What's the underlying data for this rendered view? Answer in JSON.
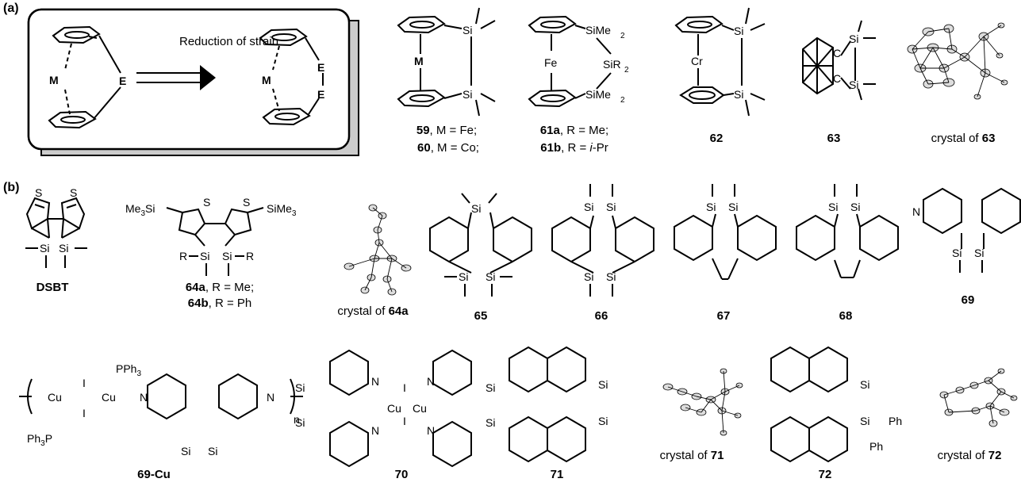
{
  "panel_a": {
    "label": "(a)",
    "scheme_text": "Reduction of strain",
    "atoms": {
      "m": "M",
      "e": "E"
    },
    "compounds": [
      {
        "num1": "59",
        "rest1": ", M = Fe;",
        "num2": "60",
        "rest2": ", M = Co;"
      },
      {
        "num1": "61a",
        "rest1": ", R = Me;",
        "num2": "61b",
        "rest2_a": ", R = ",
        "rest2_i": "i",
        "rest2_b": "-Pr"
      },
      {
        "num": "62"
      },
      {
        "num": "63"
      },
      {
        "pre": "crystal of ",
        "num": "63"
      }
    ],
    "struct_labels": {
      "si": "Si",
      "sime2": "SiMe",
      "sir2": "SiR",
      "sub2": "2",
      "fe": "Fe",
      "cr": "Cr",
      "c": "C"
    }
  },
  "panel_b": {
    "label": "(b)",
    "compounds": [
      {
        "num": "DSBT"
      },
      {
        "num1": "64a",
        "rest1": ", R = Me;",
        "num2": "64b",
        "rest2": ", R = Ph"
      },
      {
        "pre": "crystal of ",
        "num": "64a"
      },
      {
        "num": "65"
      },
      {
        "num": "66"
      },
      {
        "num": "67"
      },
      {
        "num": "68"
      },
      {
        "num": "69"
      },
      {
        "num": "69-Cu"
      },
      {
        "num": "70"
      },
      {
        "num": "71"
      },
      {
        "pre": "crystal of ",
        "num": "71"
      },
      {
        "num": "72"
      },
      {
        "pre": "crystal of ",
        "num": "72"
      }
    ],
    "struct_labels": {
      "s": "S",
      "si": "Si",
      "me3si": "Me",
      "me3si_b": "Si",
      "sime3": "SiMe",
      "sub3": "3",
      "r": "R",
      "n": "N",
      "cu": "Cu",
      "i": "I",
      "pph3": "PPh",
      "ph3p_a": "Ph",
      "ph3p_b": "P",
      "n_sub": "n",
      "ph": "Ph"
    }
  }
}
